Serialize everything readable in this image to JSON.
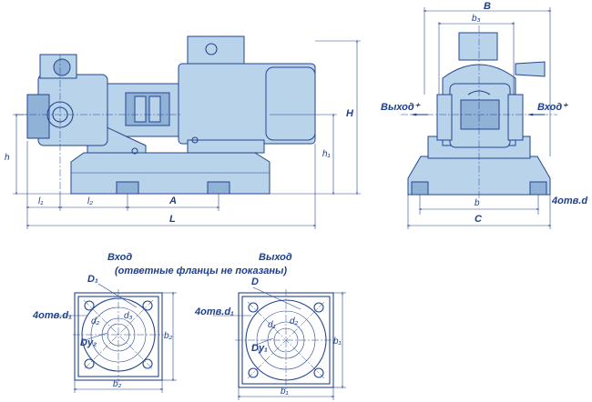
{
  "dims_side": {
    "H": "H",
    "h1": "h₁",
    "h": "h",
    "l1": "l₁",
    "l2": "l₂",
    "A": "A",
    "L": "L"
  },
  "dims_front": {
    "B": "B",
    "b3": "b₃",
    "b": "b",
    "C": "C",
    "holes": "4отв.d",
    "outlet": "Выход⁺",
    "inlet": "Вход⁺"
  },
  "flange_titles": {
    "inlet": "Вход",
    "outlet": "Выход",
    "note": "(ответные фланцы не показаны)"
  },
  "flange_inlet": {
    "D": "D₁",
    "holes": "4отв.d₁",
    "d2": "d₂",
    "d3": "d₃",
    "Dy": "Dy₂",
    "b2_h": "b₂",
    "b2_v": "b₂"
  },
  "flange_outlet": {
    "D": "D",
    "holes": "4отв.d₁",
    "d1": "d₁",
    "d2": "d₂",
    "Dy": "Dy₁",
    "b1_h": "b₁",
    "b1_v": "b₁"
  },
  "colors": {
    "line": "#24458f",
    "fill_light": "#b9d3ea",
    "fill_dark": "#8fb2d6",
    "text": "#1e3f8f"
  }
}
